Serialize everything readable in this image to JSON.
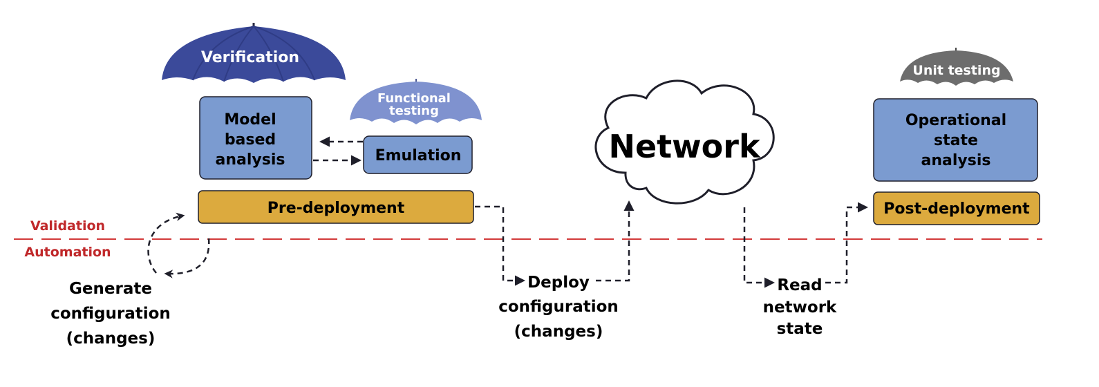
{
  "umbrellas": {
    "verification": "Verification",
    "functional_line1": "Functional",
    "functional_line2": "testing",
    "unit_testing": "Unit testing"
  },
  "boxes": {
    "model_line1": "Model",
    "model_line2": "based",
    "model_line3": "analysis",
    "emulation": "Emulation",
    "operational_line1": "Operational",
    "operational_line2": "state",
    "operational_line3": "analysis"
  },
  "phases": {
    "pre_deployment": "Pre-deployment",
    "post_deployment": "Post-deployment"
  },
  "network": "Network",
  "divider": {
    "validation": "Validation",
    "automation": "Automation"
  },
  "steps": {
    "generate_line1": "Generate",
    "generate_line2": "configuration",
    "generate_line3": "(changes)",
    "deploy_line1": "Deploy",
    "deploy_line2": "configuration",
    "deploy_line3": "(changes)",
    "read_line1": "Read",
    "read_line2": "network",
    "read_line3": "state"
  },
  "colors": {
    "verification_umbrella": "#3b4a9a",
    "functional_umbrella": "#7f92cf",
    "unit_umbrella": "#6d6d6d",
    "box_fill": "#7b9bd0",
    "phase_fill": "#dcaa3e",
    "divider": "#d23a3a",
    "label_red": "#c0282a",
    "arrow": "#1f1f2a"
  }
}
